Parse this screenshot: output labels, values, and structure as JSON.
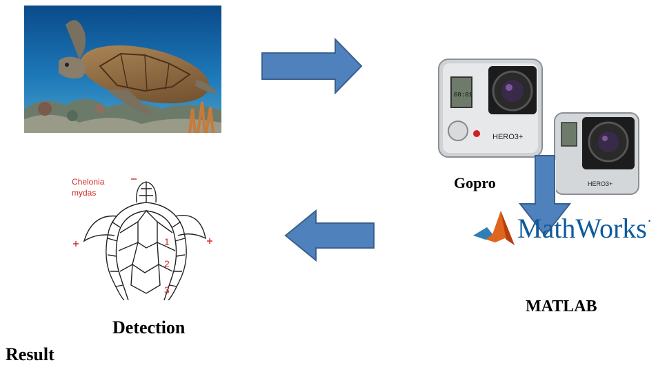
{
  "nodes": {
    "turtle_photo": {
      "icon": "sea-turtle-photo"
    },
    "camera": {
      "icon": "gopro-camera-photo",
      "label": "Gopro",
      "brand_text": "HERO3+",
      "screen_text": "00:01"
    },
    "mathworks_logo": {
      "icon": "mathworks-logo",
      "wordmark": "MathWorks",
      "mark": "·"
    },
    "matlab": {
      "label": "MATLAB"
    },
    "detection": {
      "icon": "turtle-shell-diagram",
      "label": "Detection",
      "species_line1": "Chelonia",
      "species_line2": "mydas",
      "scute_numbers": [
        "1",
        "2",
        "3"
      ]
    },
    "result": {
      "label": "Result"
    }
  },
  "colors": {
    "arrow_fill": "#4f81bd",
    "arrow_stroke": "#3a5f8f",
    "diagram_red": "#d42a2a"
  }
}
